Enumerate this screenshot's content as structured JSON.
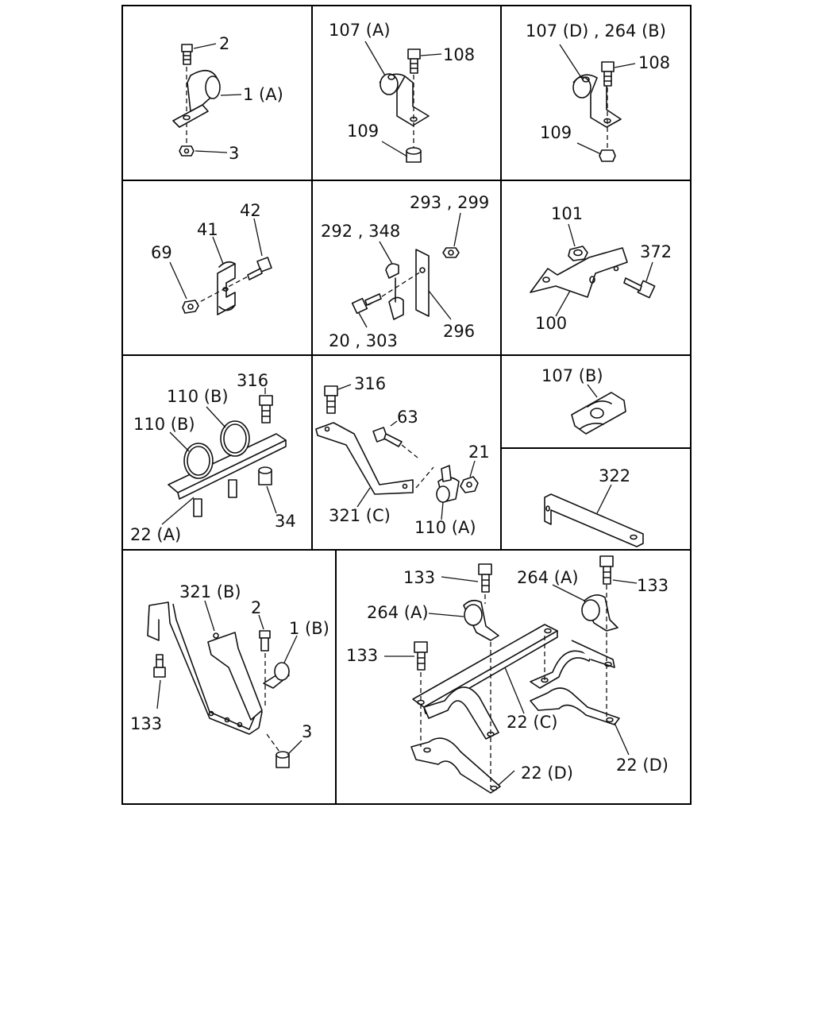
{
  "labels": {
    "p1_2": "2",
    "p1_1a": "1 (A)",
    "p1_3": "3",
    "p2_107a": "107 (A)",
    "p2_108": "108",
    "p2_109": "109",
    "p3_107d264b": "107 (D) , 264 (B)",
    "p3_108": "108",
    "p3_109": "109",
    "p4_42": "42",
    "p4_41": "41",
    "p4_69": "69",
    "p5_293299": "293 , 299",
    "p5_292348": "292 , 348",
    "p5_20303": "20 , 303",
    "p5_296": "296",
    "p6_101": "101",
    "p6_372": "372",
    "p6_100": "100",
    "p7_316": "316",
    "p7_110b_a": "110 (B)",
    "p7_110b_b": "110 (B)",
    "p7_22a": "22 (A)",
    "p7_34": "34",
    "p8_316": "316",
    "p8_63": "63",
    "p8_21": "21",
    "p8_321c": "321 (C)",
    "p8_110a": "110 (A)",
    "p9_107b": "107 (B)",
    "p10_322": "322",
    "p11_321b": "321 (B)",
    "p11_2": "2",
    "p11_1b": "1 (B)",
    "p11_133": "133",
    "p11_3": "3",
    "p12_133_top": "133",
    "p12_264a_top": "264 (A)",
    "p12_133_right": "133",
    "p12_264a_left": "264 (A)",
    "p12_133_left": "133",
    "p12_22c": "22 (C)",
    "p12_22d_mid": "22 (D)",
    "p12_22d_right": "22 (D)"
  }
}
